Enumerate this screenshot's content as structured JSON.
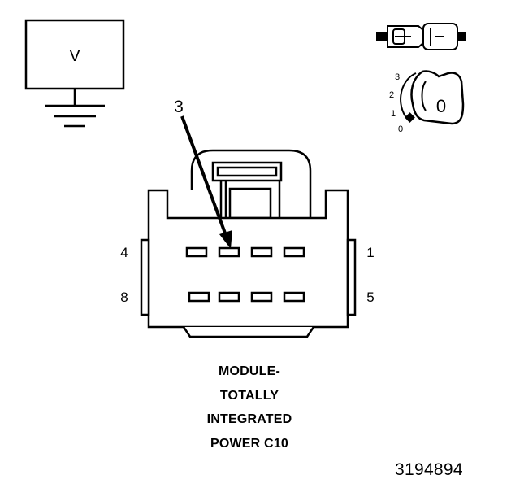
{
  "meter": {
    "label": "V"
  },
  "key_switch": {
    "positions": [
      "3",
      "2",
      "1",
      "0"
    ],
    "key_label": "0"
  },
  "connector": {
    "callout_label": "3",
    "pin_labels": {
      "top_left": "4",
      "top_right": "1",
      "bottom_left": "8",
      "bottom_right": "5"
    }
  },
  "caption": {
    "lines": [
      "MODULE-",
      "TOTALLY",
      "INTEGRATED",
      "POWER C10"
    ]
  },
  "figure_id": "3194894"
}
